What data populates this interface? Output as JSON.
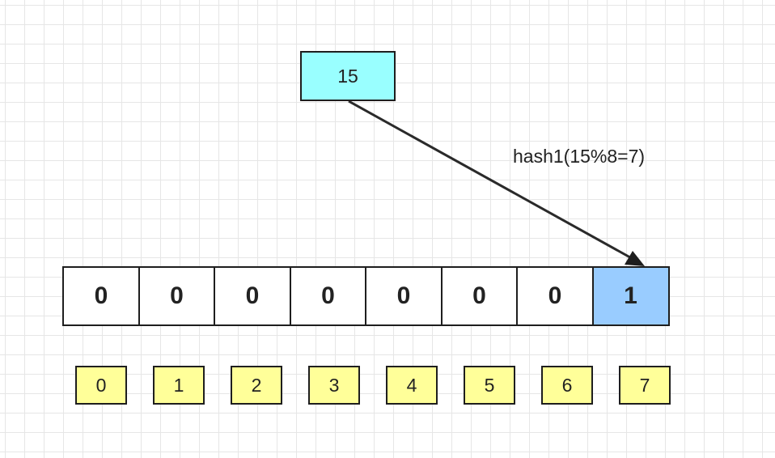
{
  "input": {
    "value": "15"
  },
  "hash_label": "hash1(15%8=7)",
  "bit_array": [
    "0",
    "0",
    "0",
    "0",
    "0",
    "0",
    "0",
    "1"
  ],
  "set_index": 7,
  "indices": [
    "0",
    "1",
    "2",
    "3",
    "4",
    "5",
    "6",
    "7"
  ],
  "colors": {
    "input_fill": "#99ffff",
    "set_bit_fill": "#99ccff",
    "index_fill": "#ffff99",
    "stroke": "#1e1e1e"
  }
}
